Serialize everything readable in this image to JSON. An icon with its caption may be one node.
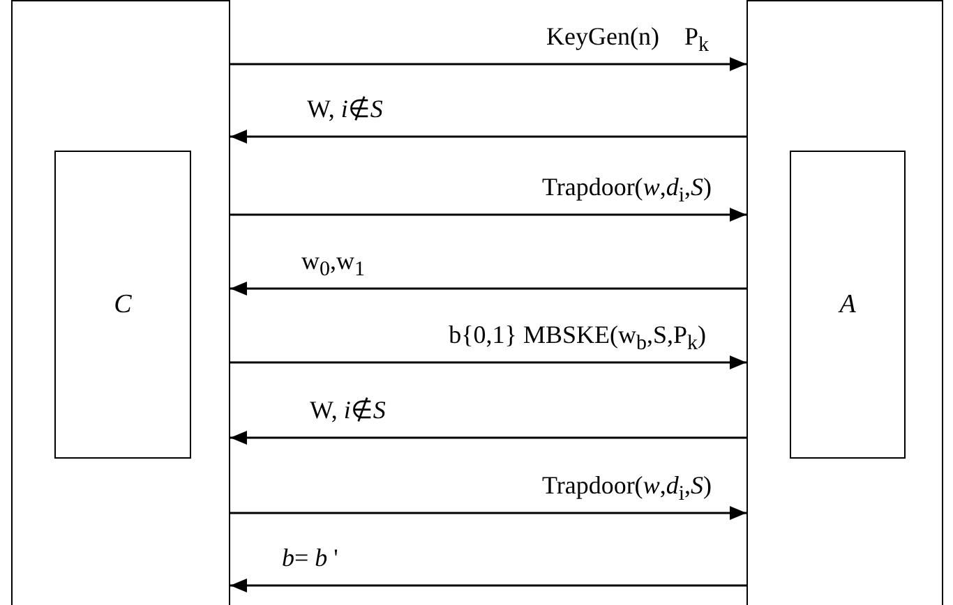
{
  "diagram": {
    "nodes": [
      {
        "text": [],
        "shape": "box"
      },
      {
        "text": [
          "*C*"
        ],
        "in": 0
      },
      {
        "text": [],
        "shape": "box"
      },
      {
        "text": [
          "*A*"
        ],
        "in": 2
      }
    ],
    "edges": [
      {
        "from": 0,
        "to": 2,
        "arrow": "to",
        "label": "KeyGen(n)    P$_{k}$"
      },
      {
        "from": 2,
        "to": 0,
        "arrow": "to",
        "label": "W, *i*∉*S*"
      },
      {
        "from": 0,
        "to": 2,
        "arrow": "to",
        "label": "Trapdoor(*w*,*d*$_{i}$,*S*)"
      },
      {
        "from": 2,
        "to": 0,
        "arrow": "to",
        "label": "w$_{0}$,w$_{1}$"
      },
      {
        "from": 0,
        "to": 2,
        "arrow": "to",
        "label": "b{0,1} MBSKE(w$_{b}$,S,P$_{k}$)"
      },
      {
        "from": 2,
        "to": 0,
        "arrow": "to",
        "label": "W, *i*∉*S*"
      },
      {
        "from": 0,
        "to": 2,
        "arrow": "to",
        "label": "Trapdoor(*w*,*d*$_{i}$,*S*)"
      },
      {
        "from": 2,
        "to": 0,
        "arrow": "to",
        "label": "*b*= *b* '"
      }
    ]
  }
}
